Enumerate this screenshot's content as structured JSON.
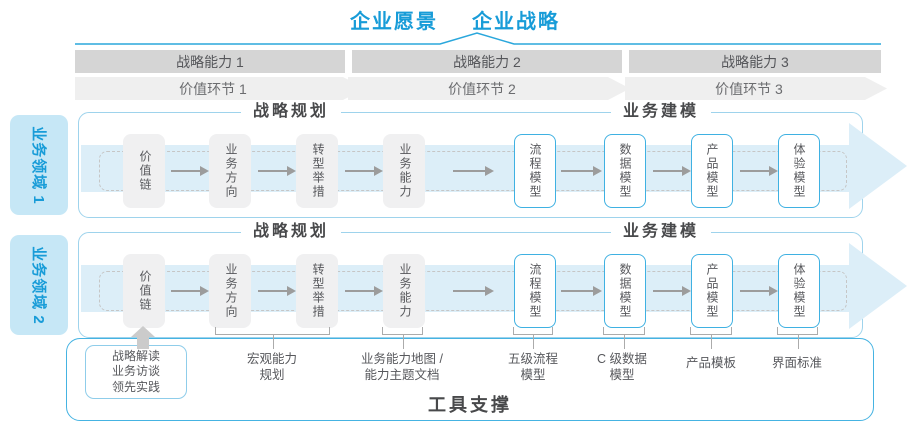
{
  "title": {
    "vision": "企业愿景",
    "strategy": "企业战略"
  },
  "strategy_capabilities": [
    "战略能力 1",
    "战略能力 2",
    "战略能力 3"
  ],
  "value_chain_links": [
    "价值环节 1",
    "价值环节 2",
    "价值环节 3"
  ],
  "business_domains": [
    "业务领域 1",
    "业务领域 2"
  ],
  "section_headers": {
    "planning": "战略规划",
    "modeling": "业务建模"
  },
  "plan_boxes": [
    "价值链",
    "业务方向",
    "转型举措",
    "业务能力"
  ],
  "model_boxes": [
    "流程模型",
    "数据模型",
    "产品模型",
    "体验模型"
  ],
  "annotations": {
    "source_box_lines": [
      "战略解读",
      "业务访谈",
      "领先实践"
    ],
    "labels": [
      {
        "line1": "宏观能力",
        "line2": "规划"
      },
      {
        "line1": "业务能力地图 /",
        "line2": "能力主题文档"
      },
      {
        "line1": "五级流程",
        "line2": "模型"
      },
      {
        "line1": "C 级数据",
        "line2": "模型"
      },
      {
        "line1": "产品模板",
        "line2": ""
      },
      {
        "line1": "界面标准",
        "line2": ""
      }
    ]
  },
  "footer": {
    "title": "工具支撑"
  },
  "colors": {
    "accent_blue": "#189CD8",
    "panel_border": "#9ED3EC",
    "model_box_border": "#3FB1E2",
    "band_fill": "#DCEEF8",
    "sidebar_fill": "#C6E7F6",
    "bar_fill": "#D5D5D5",
    "chevron_fill": "#EFEFEF",
    "text_dark": "#48494B",
    "text_gray": "#57585C"
  }
}
